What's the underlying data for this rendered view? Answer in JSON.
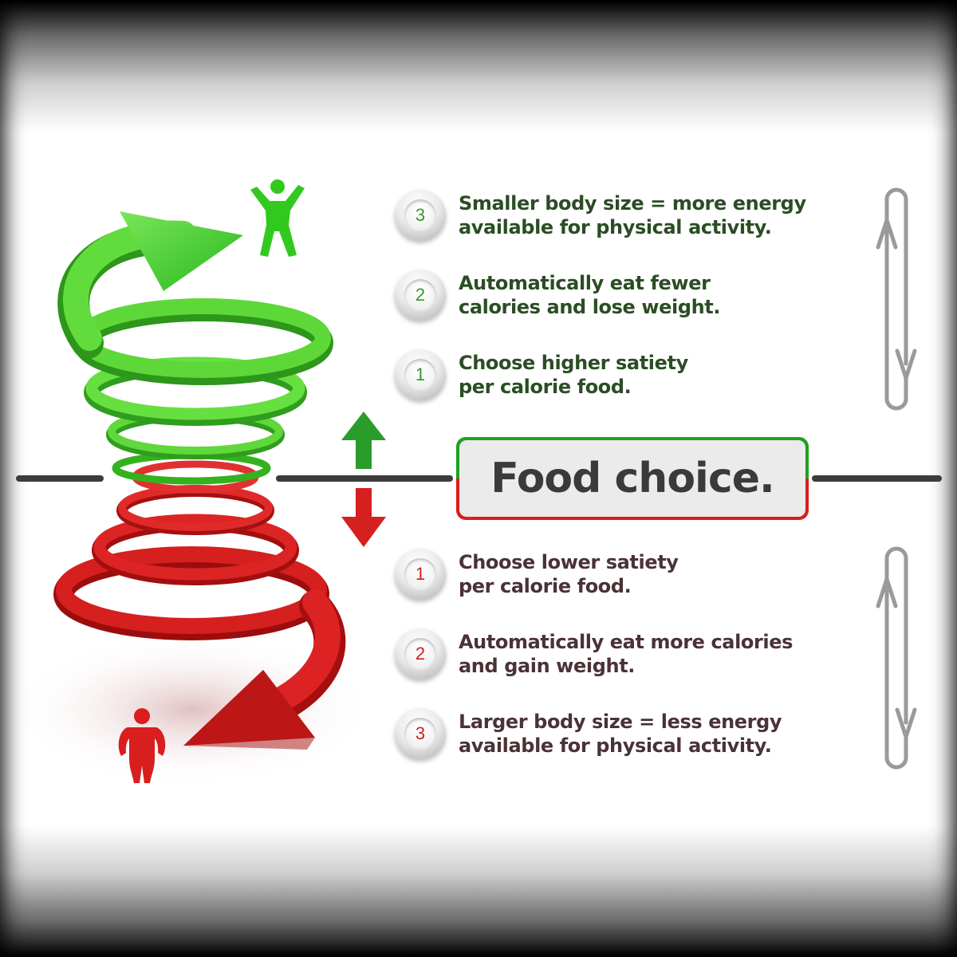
{
  "title": "Food choice.",
  "upward": {
    "color": "#2db82d",
    "steps": [
      {
        "number": "3",
        "text": "Smaller body size = more energy\navailable for physical activity."
      },
      {
        "number": "2",
        "text": "Automatically eat fewer\ncalories and lose weight."
      },
      {
        "number": "1",
        "text": "Choose higher satiety\nper calorie food."
      }
    ]
  },
  "downward": {
    "color": "#d51d1d",
    "steps": [
      {
        "number": "1",
        "text": "Choose lower satiety\nper calorie food."
      },
      {
        "number": "2",
        "text": "Automatically eat more calories\nand gain weight."
      },
      {
        "number": "3",
        "text": "Larger body size = less energy\navailable for physical activity."
      }
    ]
  },
  "icons": [
    "active-person-icon",
    "overweight-person-icon",
    "up-arrow-icon",
    "down-arrow-icon",
    "cycle-loop-icon"
  ]
}
